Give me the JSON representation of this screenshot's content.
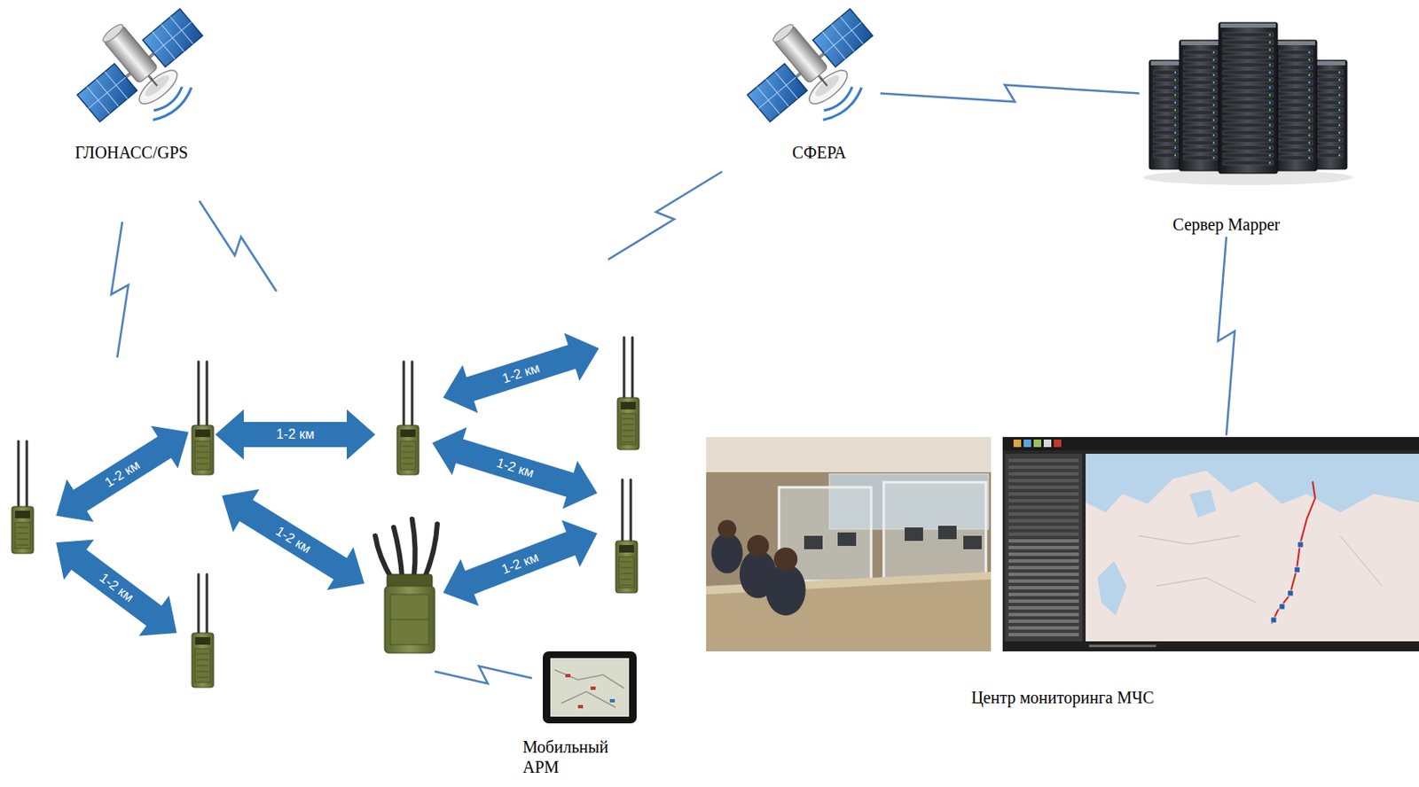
{
  "diagram": {
    "nodes": [
      {
        "text": [
          "ГЛОНАСС/GPS"
        ]
      },
      {
        "text": [
          "СФЕРА"
        ]
      },
      {
        "text": [
          "Сервер Mapper"
        ]
      },
      {
        "text": [
          "Центр мониторинга МЧС"
        ]
      },
      {
        "text": [
          "Мобильный АРМ"
        ]
      }
    ],
    "edges": [
      {
        "from": 1,
        "to": 2,
        "arrow": "none"
      },
      {
        "from": 2,
        "to": 3,
        "arrow": "none"
      }
    ],
    "labels": [
      "1-2 км",
      "1-2 км",
      "1-2 км",
      "1-2 км",
      "1-2 км",
      "1-2 км",
      "1-2 км"
    ]
  }
}
